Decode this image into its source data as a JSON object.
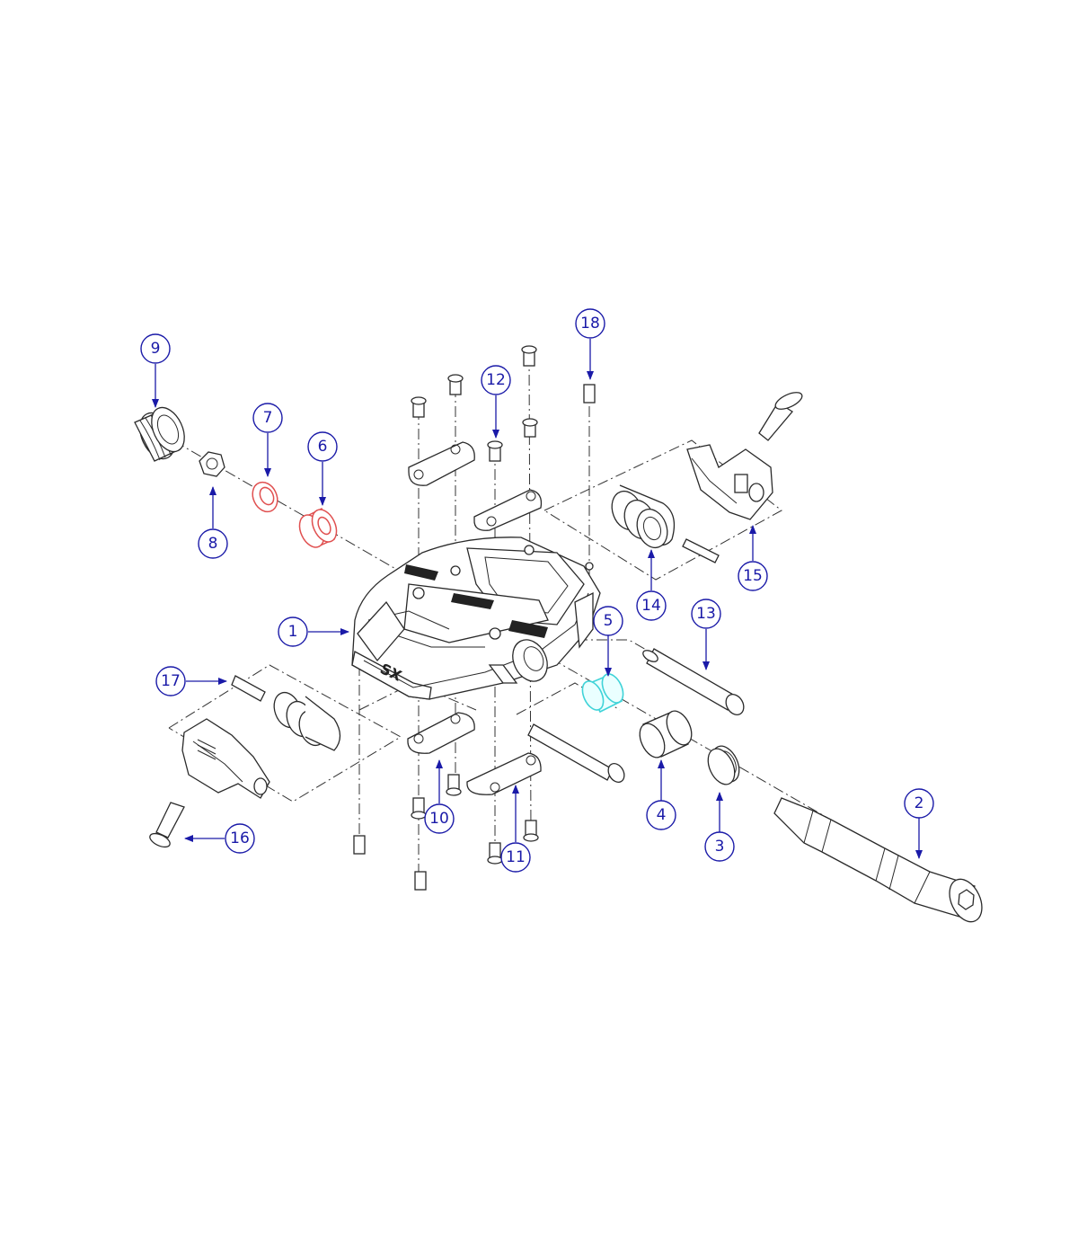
{
  "diagram": {
    "callouts": [
      {
        "label": "1"
      },
      {
        "label": "2"
      },
      {
        "label": "3"
      },
      {
        "label": "4"
      },
      {
        "label": "5"
      },
      {
        "label": "6"
      },
      {
        "label": "7"
      },
      {
        "label": "8"
      },
      {
        "label": "9"
      },
      {
        "label": "10"
      },
      {
        "label": "11"
      },
      {
        "label": "12"
      },
      {
        "label": "13"
      },
      {
        "label": "14"
      },
      {
        "label": "15"
      },
      {
        "label": "16"
      },
      {
        "label": "17"
      },
      {
        "label": "18"
      }
    ],
    "body_text": "SX",
    "colors": {
      "callout": "#1a1aa8",
      "bearing_highlight": "#e05050",
      "bushing_highlight": "#3fd3d8",
      "line": "#2a2a2a"
    }
  }
}
